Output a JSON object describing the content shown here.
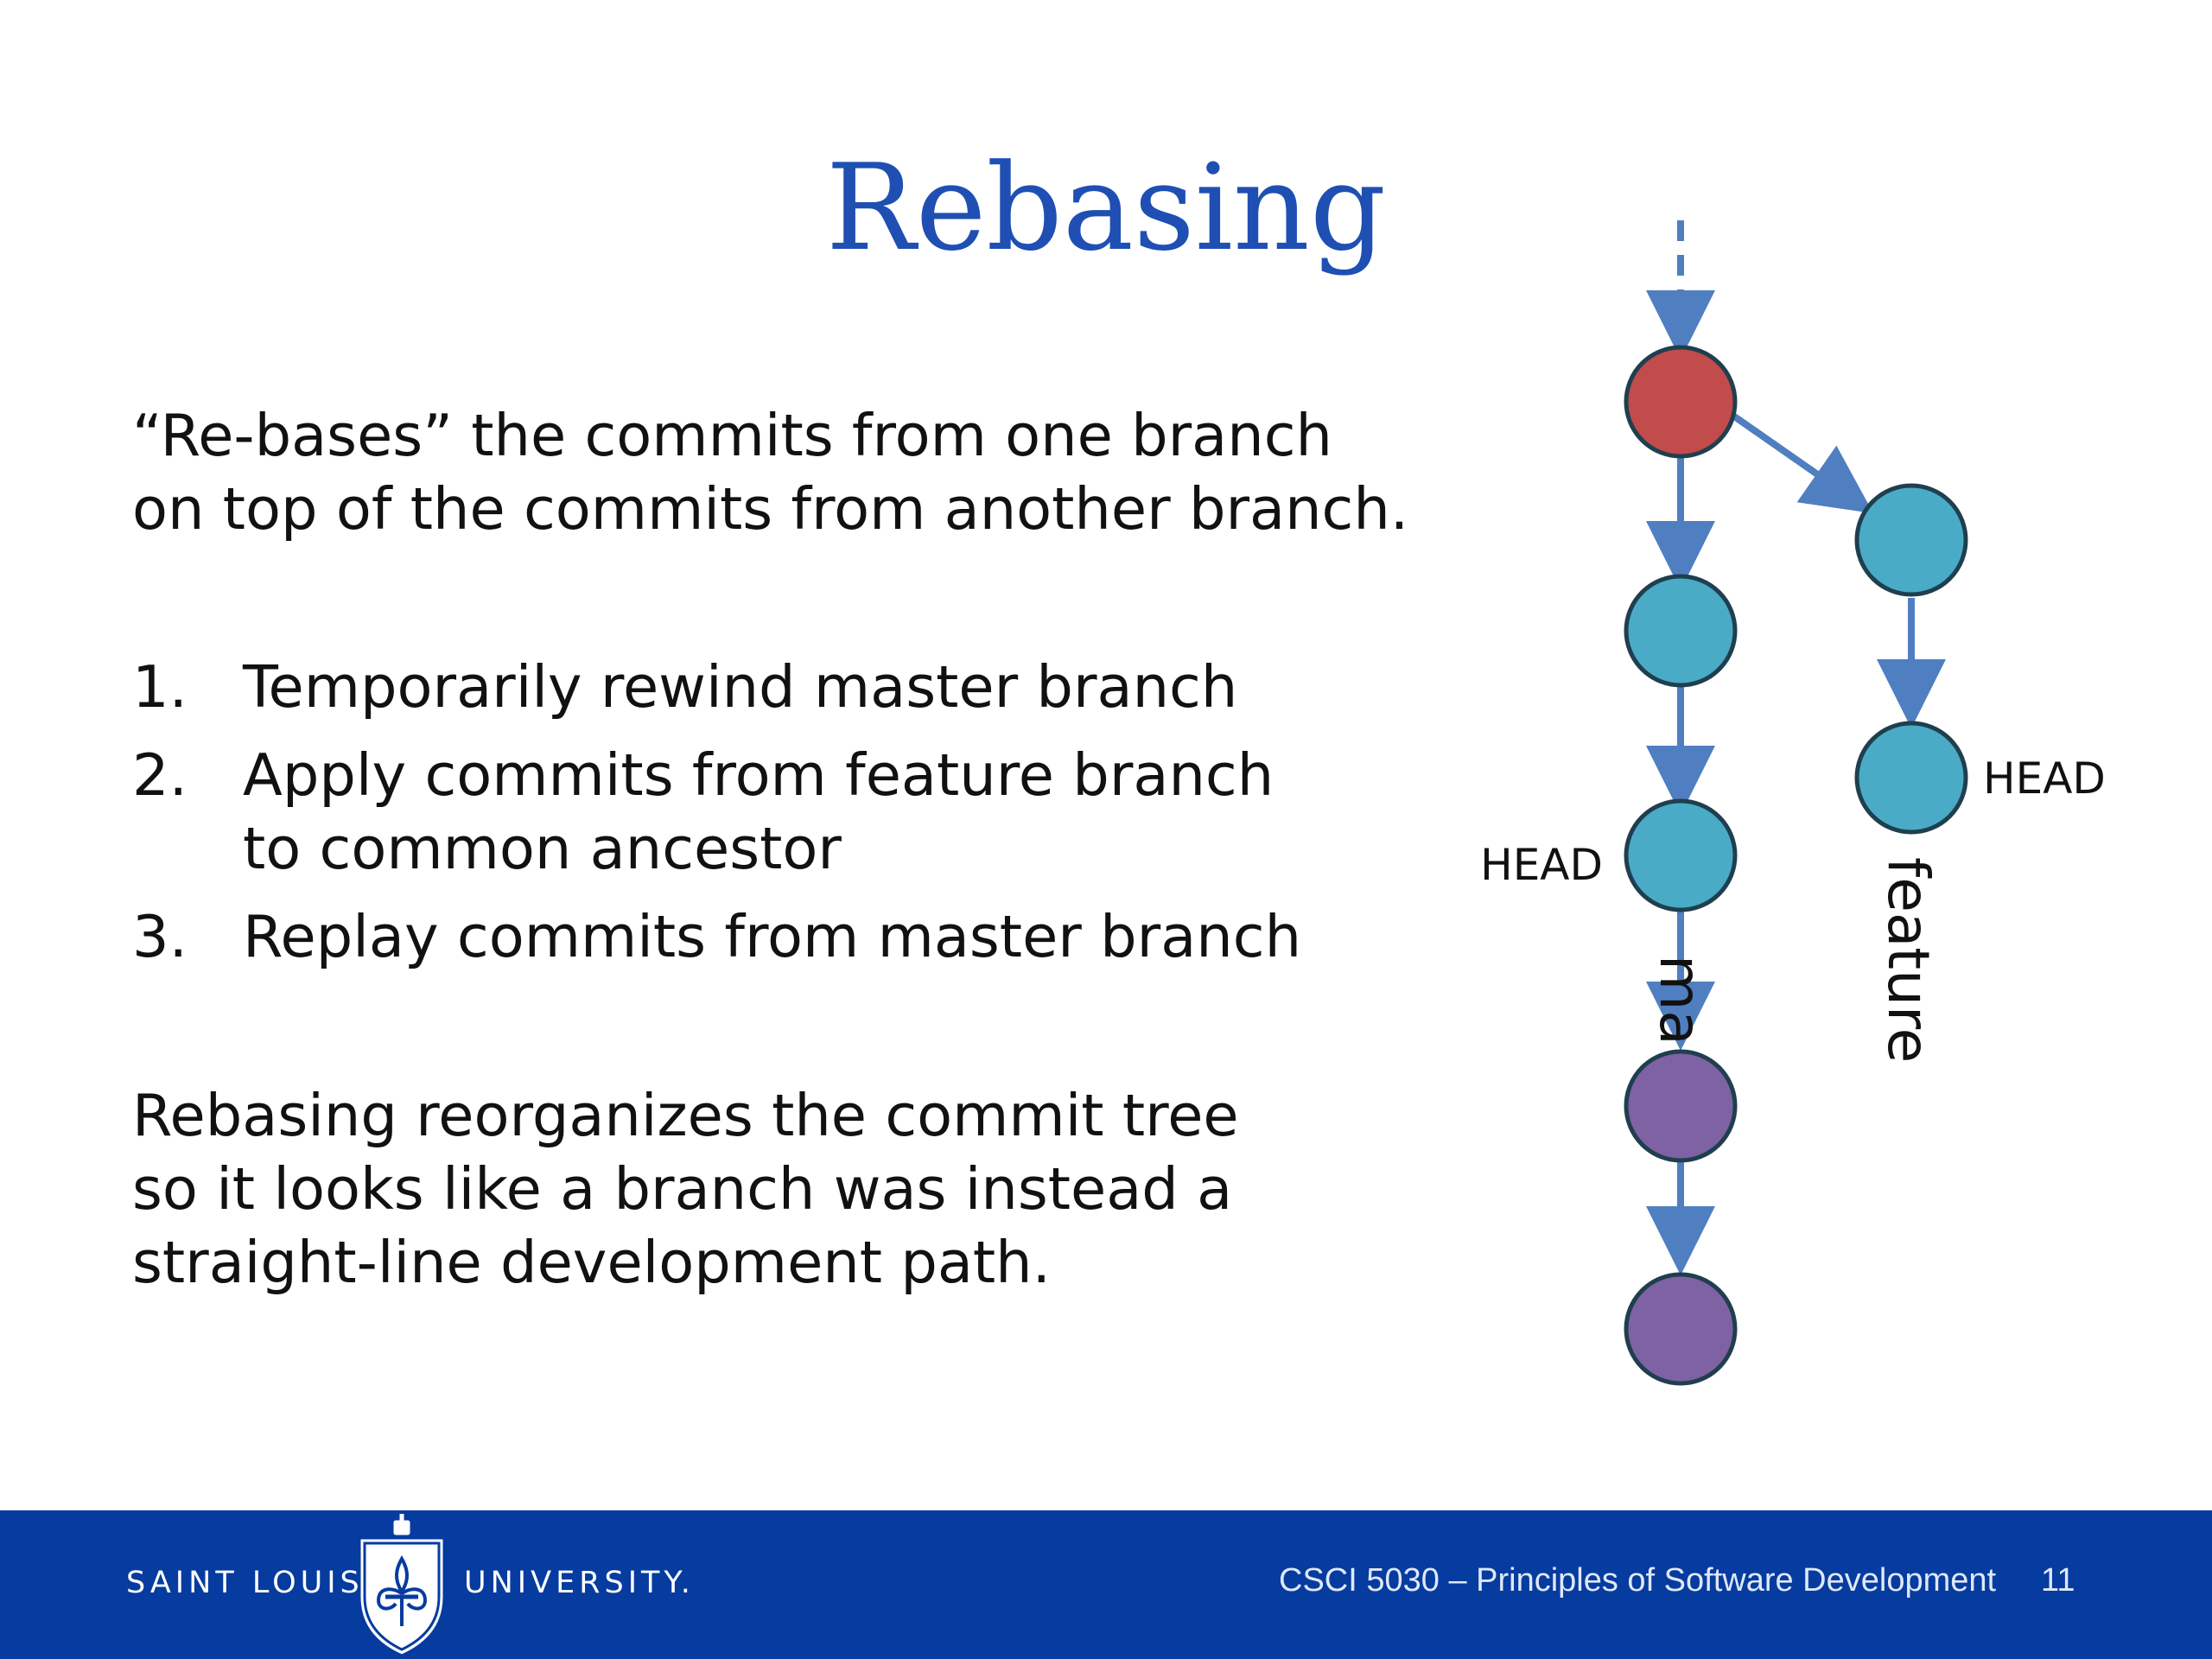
{
  "slide": {
    "title": "Rebasing",
    "intro_lines": [
      "“Re-bases” the commits from one branch",
      "on top of the commits from another branch."
    ],
    "steps": [
      {
        "number": "1.",
        "lines": [
          "Temporarily rewind master branch"
        ]
      },
      {
        "number": "2.",
        "lines": [
          "Apply commits from feature branch",
          "to common ancestor"
        ]
      },
      {
        "number": "3.",
        "lines": [
          "Replay commits from master branch"
        ]
      }
    ],
    "outro_lines": [
      "Rebasing reorganizes the commit tree",
      "so it looks like a branch was instead a",
      "straight-line development path."
    ]
  },
  "diagram": {
    "labels": {
      "head_master": "HEAD",
      "head_feature": "HEAD",
      "master_partial": "ma",
      "feature": "feature"
    },
    "colors": {
      "red_commit": "#c24b4b",
      "teal_commit": "#4aabc6",
      "purple_commit": "#7e62a3",
      "arrow": "#4f7fc1",
      "stroke": "#1f3f4f"
    }
  },
  "footer": {
    "logo_left": "SAINT LOUIS",
    "logo_right": "UNIVERSITY.",
    "course": "CSCI 5030 – Principles of Software Development",
    "page": "11",
    "background": "#063ba0"
  }
}
